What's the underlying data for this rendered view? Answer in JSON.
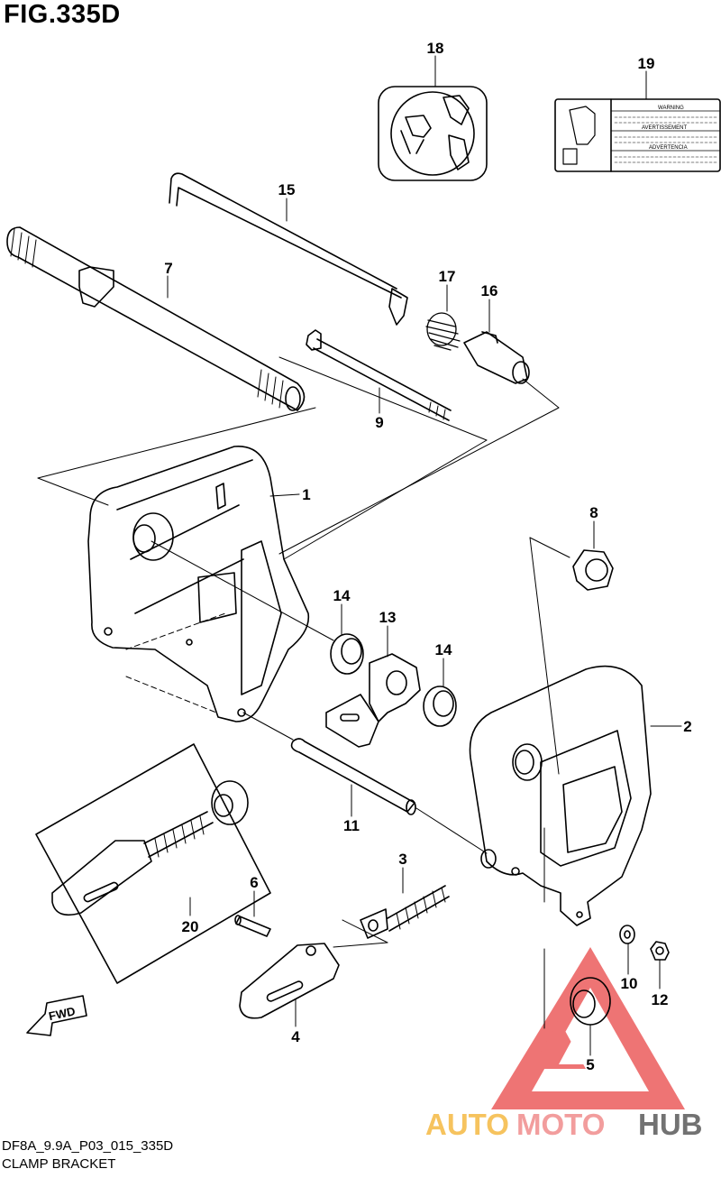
{
  "figure": {
    "title": "FIG.335D",
    "code": "DF8A_9.9A_P03_015_335D",
    "name": "CLAMP BRACKET"
  },
  "callouts": [
    "1",
    "2",
    "3",
    "4",
    "5",
    "6",
    "7",
    "8",
    "9",
    "10",
    "11",
    "12",
    "13",
    "14",
    "14",
    "15",
    "16",
    "17",
    "18",
    "19",
    "20"
  ],
  "warning_label": {
    "lines": [
      "WARNING",
      "AVERTISSEMENT",
      "ADVERTENCIA"
    ]
  },
  "fwd_arrow": {
    "text": "FWD"
  },
  "watermark": {
    "part1": "AUTO",
    "part2": "MOTO",
    "part3": "HUB",
    "colors": {
      "auto": "#f5b942",
      "moto": "#f08c8c",
      "hub": "#5a5a5a",
      "triangle": "#e83a3a"
    }
  }
}
